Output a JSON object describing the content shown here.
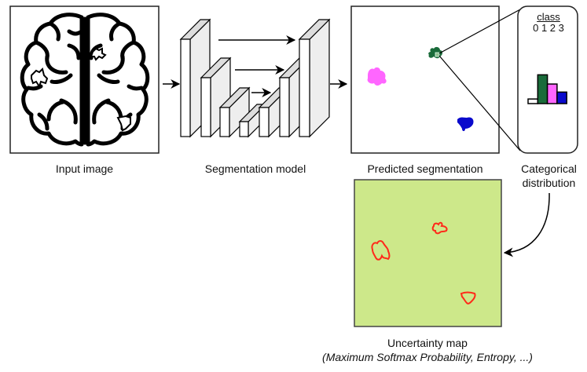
{
  "labels": {
    "input_image": "Input image",
    "segmentation_model": "Segmentation model",
    "predicted_segmentation": "Predicted segmentation",
    "categorical_line1": "Categorical",
    "categorical_line2": "distribution",
    "uncertainty_line1": "Uncertainty map",
    "uncertainty_line2": "(Maximum Softmax Probability, Entropy, ...)"
  },
  "class_panel": {
    "title": "class",
    "indices": "0 1 2 3"
  },
  "colors": {
    "class_0": "#ffffff",
    "class_1": "#1a6b3a",
    "class_2": "#ff66ff",
    "class_3": "#0a0acc",
    "uncertainty_bg": "#cde88a",
    "uncertainty_outline": "#ff2a1a",
    "block_side": "#eeeeee",
    "block_top": "#dddddd"
  },
  "chart_data": {
    "type": "bar",
    "title": "class",
    "categories": [
      "0",
      "1",
      "2",
      "3"
    ],
    "values": [
      0.08,
      0.5,
      0.34,
      0.2
    ],
    "colors": [
      "#ffffff",
      "#1a6b3a",
      "#ff66ff",
      "#0a0acc"
    ],
    "xlabel": "",
    "ylabel": "",
    "ylim": [
      0,
      0.6
    ],
    "grid": false
  }
}
